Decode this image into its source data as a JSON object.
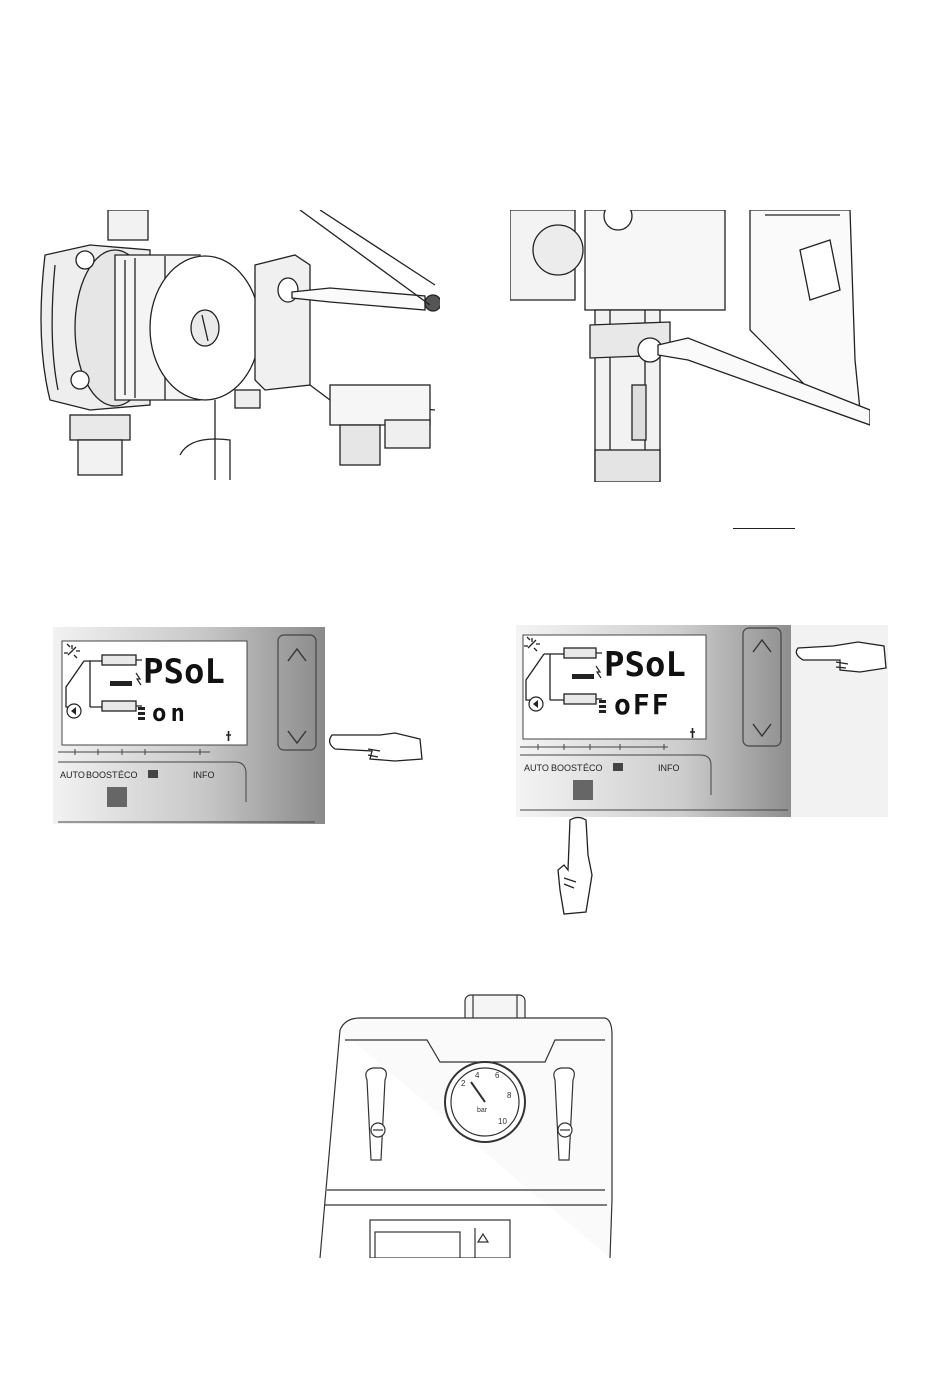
{
  "display_left": {
    "title": "PSoL",
    "state": "on",
    "tabs": [
      "AUTO",
      "BOOST",
      "ÉCO",
      "INFO"
    ]
  },
  "display_right": {
    "title": "PSoL",
    "state": "oFF",
    "tabs": [
      "AUTO",
      "BOOST",
      "ÉCO",
      "INFO"
    ]
  },
  "gauge": {
    "ticks": [
      "2",
      "4",
      "6",
      "8",
      "10"
    ],
    "unit": "bar"
  },
  "icons": [
    "screwdriver-icon",
    "pointing-hand-icon",
    "arrow-up-icon",
    "arrow-down-icon",
    "sun-icon",
    "pump-icon",
    "suitcase-icon",
    "wrench-icon"
  ]
}
